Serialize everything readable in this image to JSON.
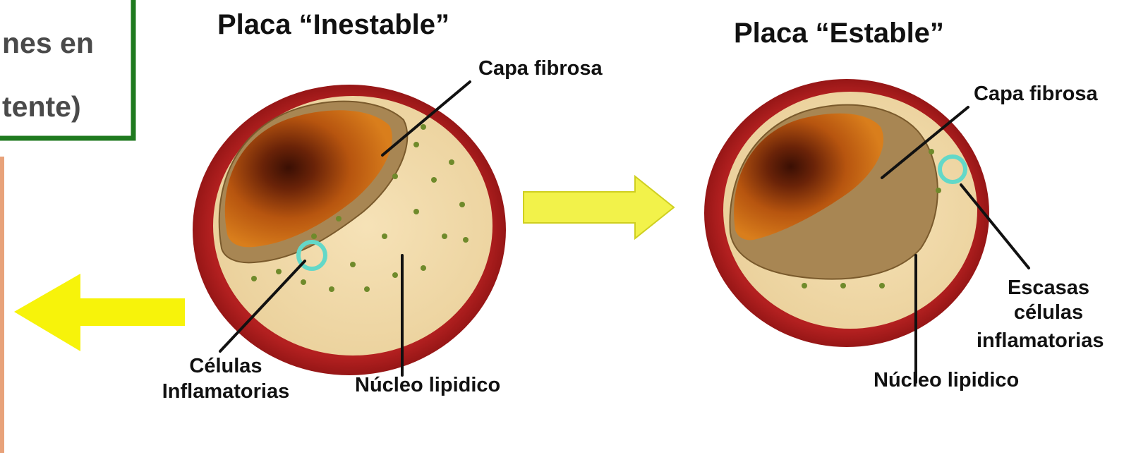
{
  "colors": {
    "vessel_wall": "#b01c1c",
    "vessel_wall_dark": "#8a1010",
    "lumen": "#cf6a12",
    "lumen_dark": "#4a1505",
    "lipid_core": "#f1d7a3",
    "fibrous_cap": "#a88653",
    "inflammatory_cell": "#6f8a2b",
    "highlight_ring": "#63d8c8",
    "arrow_fill": "#f7f30a",
    "arrow_right_fill": "#f2f24a",
    "box_border": "#1f7a1f",
    "left_strip": "#e8a27a"
  },
  "left_box": {
    "line1": "nes en",
    "line2": "tente)"
  },
  "unstable": {
    "title": "Placa “Inestable”",
    "fibrous_cap_label": "Capa fibrosa",
    "cells_label_line1": "Células",
    "cells_label_line2": "Inflamatorias",
    "lipid_core_label": "Núcleo lipidico"
  },
  "stable": {
    "title": "Placa “Estable”",
    "fibrous_cap_label": "Capa fibrosa",
    "cells_label_line1": "Escasas",
    "cells_label_line2": "células",
    "cells_label_line3": "inflamatorias",
    "lipid_core_label": "Núcleo lipidico"
  },
  "arrows": {
    "left": "arrow-left-icon",
    "right": "arrow-right-icon"
  }
}
